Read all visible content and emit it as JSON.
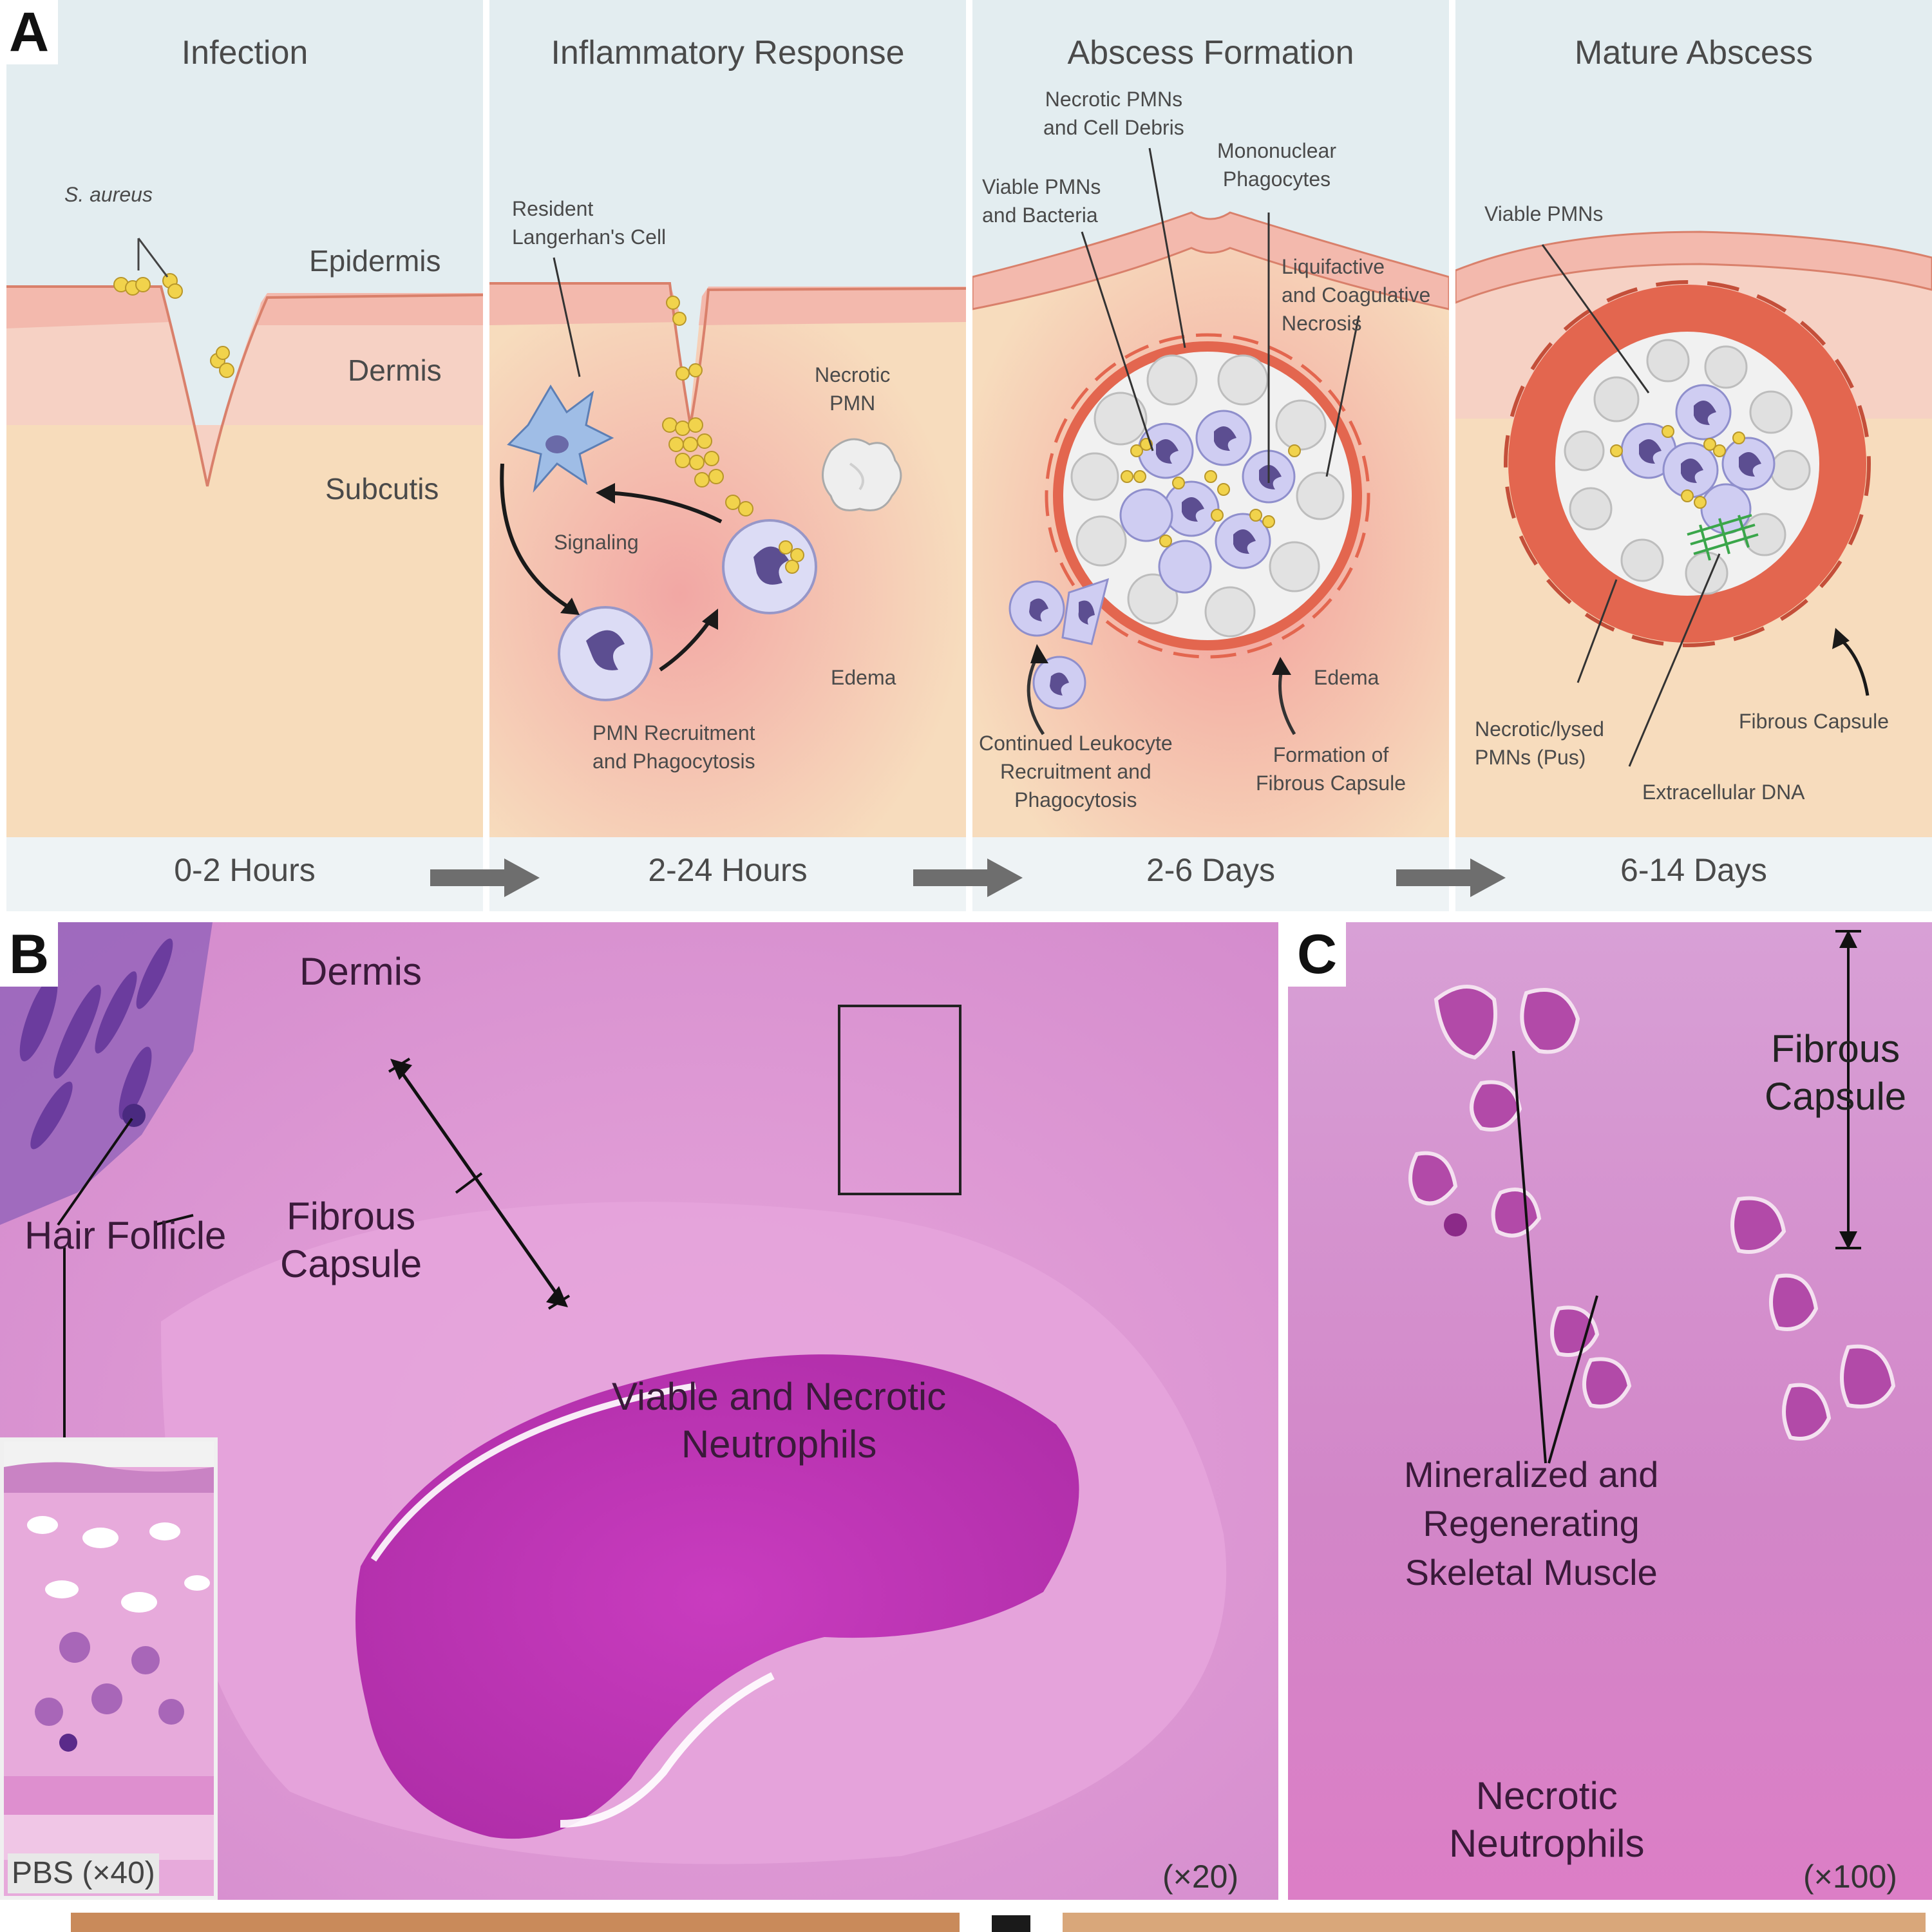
{
  "panel_a": {
    "letter": "A",
    "stages": [
      {
        "title": "Infection",
        "time": "0-2 Hours"
      },
      {
        "title": "Inflammatory Response",
        "time": "2-24 Hours"
      },
      {
        "title": "Abscess Formation",
        "time": "2-6 Days"
      },
      {
        "title": "Mature Abscess",
        "time": "6-14 Days"
      }
    ],
    "layers": {
      "epidermis": "Epidermis",
      "dermis": "Dermis",
      "subcutis": "Subcutis"
    },
    "stage1": {
      "bacteria": "S. aureus"
    },
    "stage2": {
      "langerhans": "Resident\nLangerhan's Cell",
      "necrotic_pmn": "Necrotic\nPMN",
      "signaling": "Signaling",
      "recruitment": "PMN Recruitment\nand Phagocytosis",
      "edema": "Edema"
    },
    "stage3": {
      "necrotic_debris": "Necrotic PMNs\nand Cell Debris",
      "mononuclear": "Mononuclear\nPhagocytes",
      "viable": "Viable PMNs\nand Bacteria",
      "necrosis": "Liquifactive\nand Coagulative\nNecrosis",
      "edema": "Edema",
      "continued": "Continued Leukocyte\nRecruitment and\nPhagocytosis",
      "capsule": "Formation of\nFibrous Capsule"
    },
    "stage4": {
      "viable": "Viable PMNs",
      "pus": "Necrotic/lysed\nPMNs (Pus)",
      "dna": "Extracellular DNA",
      "capsule": "Fibrous Capsule"
    }
  },
  "panel_b": {
    "letter": "B",
    "dermis": "Dermis",
    "fibrous_capsule": "Fibrous\nCapsule",
    "hair_follicle": "Hair Follicle",
    "neutrophils": "Viable and Necrotic\nNeutrophils",
    "magnification": "(×20)",
    "inset_label": "PBS (×40)"
  },
  "panel_c": {
    "letter": "C",
    "fibrous_capsule": "Fibrous\nCapsule",
    "muscle": "Mineralized and\nRegenerating\nSkeletal Muscle",
    "neutrophils": "Necrotic\nNeutrophils",
    "magnification": "(×100)"
  },
  "colors": {
    "sky": "#e4eef0",
    "epidermis": "#f6c9bd",
    "dermis": "#f7d3c5",
    "subcutis": "#f7dfbe",
    "capsule": "#e3664f",
    "pmn": "#c9c6ee",
    "bacteria": "#f1d34c",
    "he_stain": "#d98fcf"
  }
}
